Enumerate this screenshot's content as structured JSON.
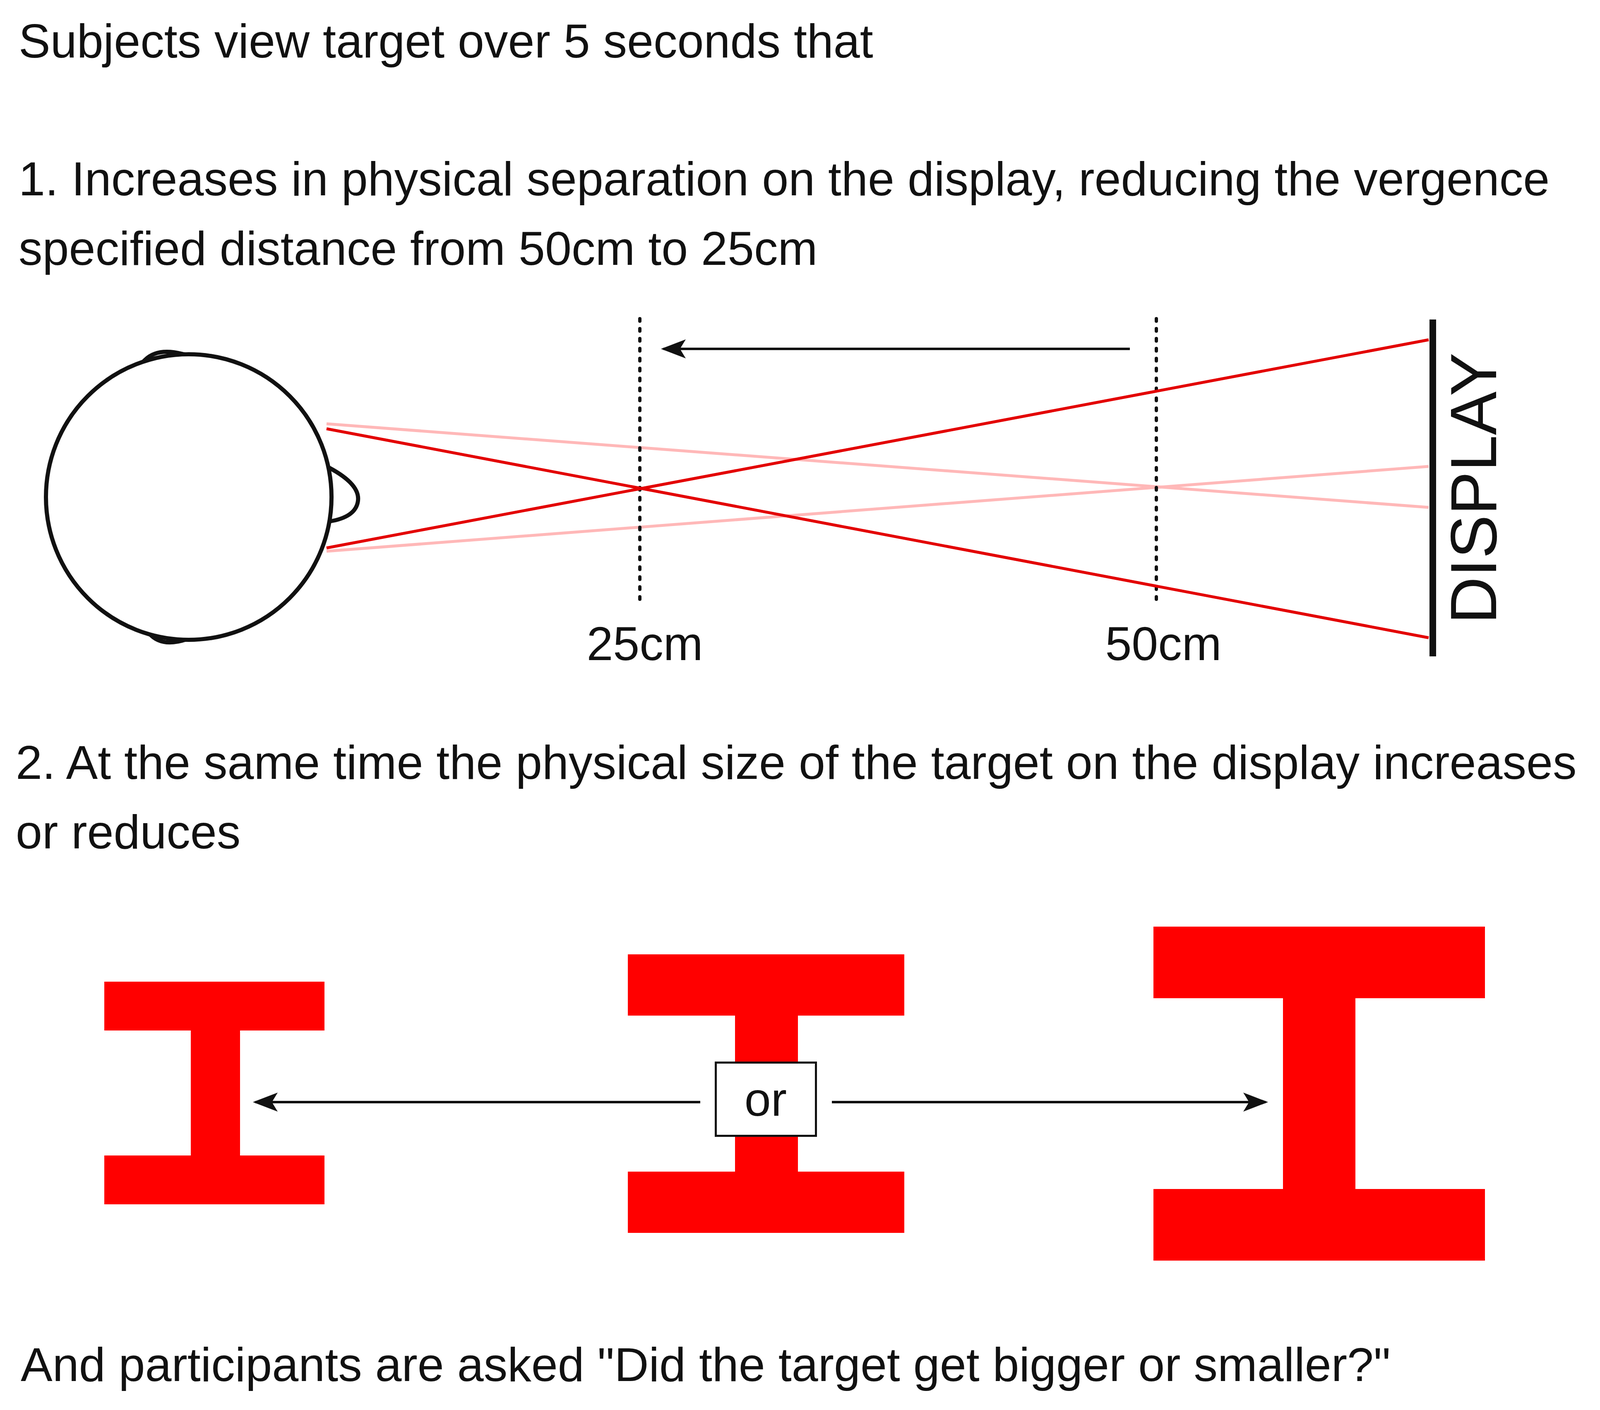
{
  "diagram": {
    "title": "Subjects view target over 5 seconds that",
    "caption": "And participants are asked \"Did the target get bigger or smaller?\"",
    "nodes": [
      {
        "text": [
          "or"
        ]
      }
    ],
    "labels": [
      "1. Increases in physical separation on the display, reducing the vergence specified distance from 50cm to 25cm",
      "25cm",
      "50cm",
      "DISPLAY",
      "2. At the same time the physical size of the target on the display increases or reduces"
    ]
  }
}
